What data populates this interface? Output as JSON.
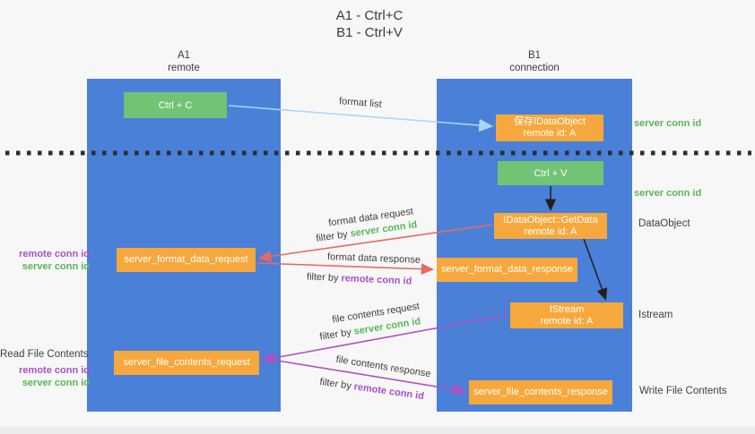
{
  "title": {
    "line1": "A1 - Ctrl+C",
    "line2": "B1 - Ctrl+V"
  },
  "columns": {
    "a1": {
      "name": "A1",
      "subtitle": "remote"
    },
    "b1": {
      "name": "B1",
      "subtitle": "connection"
    }
  },
  "nodes": {
    "ctrl_c": {
      "label": "Ctrl + C"
    },
    "ctrl_v": {
      "label": "Ctrl + V"
    },
    "save_dataobject": {
      "line1": "保存IDataObject",
      "line2": "remote id: A"
    },
    "getdata": {
      "line1": "IDataObject::GetData",
      "line2": "remote id: A"
    },
    "istream": {
      "line1": "IStream",
      "line2": "remote id: A"
    },
    "format_request": {
      "label": "server_format_data_request"
    },
    "format_response": {
      "label": "server_format_data_response"
    },
    "file_request": {
      "label": "server_file_contents_request"
    },
    "file_response": {
      "label": "server_file_contents_response"
    }
  },
  "arrows": {
    "format_list": {
      "label": "format list"
    },
    "format_data_request": {
      "label": "format data request",
      "filter_prefix": "filter by ",
      "filter_key": "server conn id"
    },
    "format_data_response": {
      "label": "format data response",
      "filter_prefix": "filter by ",
      "filter_key": "remote conn id"
    },
    "file_contents_request": {
      "label": "file contents request",
      "filter_prefix": "filter by ",
      "filter_key": "server conn id"
    },
    "file_contents_response": {
      "label": "file contents response",
      "filter_prefix": "filter by ",
      "filter_key": "remote conn id"
    }
  },
  "annotations": {
    "right": {
      "server_conn_id_top": "server conn id",
      "server_conn_id_mid": "server conn id",
      "dataobject": "DataObject",
      "istream": "Istream",
      "write_file_contents": "Write File Contents"
    },
    "left": {
      "remote_conn_id_1": "remote conn id",
      "server_conn_id_1": "server conn id",
      "read_file_contents": "Read File Contents",
      "remote_conn_id_2": "remote conn id",
      "server_conn_id_2": "server conn id"
    }
  },
  "colors": {
    "lifeline_blue": "#4a80d8",
    "node_orange": "#f7a83c",
    "button_green": "#73c375",
    "accent_green": "#57b657",
    "accent_purple": "#a650c8",
    "arrow_red": "#e96a5f",
    "arrow_purple": "#b050c0",
    "arrow_lightblue": "#a9d7f2",
    "arrow_black": "#1f1f1f",
    "text_dark": "#3f3f3f",
    "background": "#f7f7f7"
  }
}
